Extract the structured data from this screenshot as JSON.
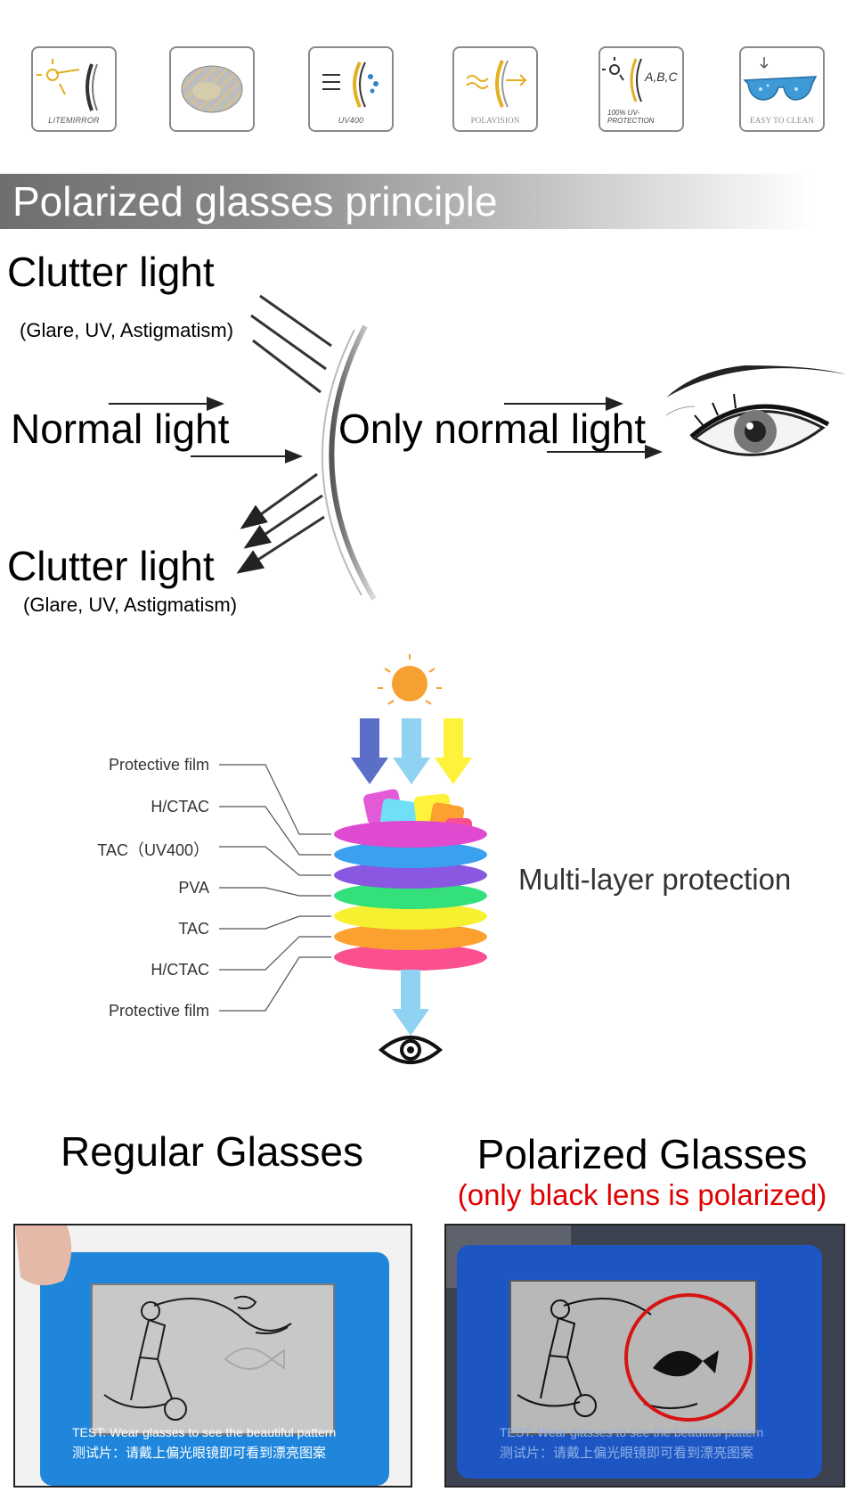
{
  "features": [
    {
      "label": "LITEMIRROR",
      "icon": "lite-mirror-icon"
    },
    {
      "label": "",
      "icon": "lens-mesh-icon"
    },
    {
      "label": "UV400",
      "icon": "uv400-icon"
    },
    {
      "label": "POLAVISION",
      "icon": "polavision-icon"
    },
    {
      "label": "100% UV-PROTECTION",
      "icon": "uv-protection-icon",
      "badge": "A,B,C"
    },
    {
      "label": "EASY TO CLEAN",
      "icon": "easy-to-clean-icon"
    }
  ],
  "banner": {
    "title": "Polarized glasses principle"
  },
  "principle": {
    "clutter_top": "Clutter light",
    "clutter_top_sub": "(Glare, UV, Astigmatism)",
    "normal": "Normal light",
    "only_normal": "Only normal light",
    "clutter_bottom": "Clutter light",
    "clutter_bottom_sub": "(Glare, UV, Astigmatism)"
  },
  "layers": {
    "labels": [
      "Protective film",
      "H/CTAC",
      "TAC（UV400）",
      "PVA",
      "TAC",
      "H/CTAC",
      "Protective film"
    ],
    "side_label": "Multi-layer protection",
    "colors": [
      "#e04ad0",
      "#3aa0f0",
      "#8a58e0",
      "#33e07a",
      "#f6f030",
      "#fca030",
      "#fb5090"
    ]
  },
  "compare": {
    "regular_title": "Regular Glasses",
    "polarized_title": "Polarized Glasses",
    "polarized_note": "(only black lens is polarized)",
    "card_line_1": "TEST: Wear glasses to see the beautiful pattern",
    "card_line_2": "测试片：请戴上偏光眼镜即可看到漂亮图案"
  }
}
